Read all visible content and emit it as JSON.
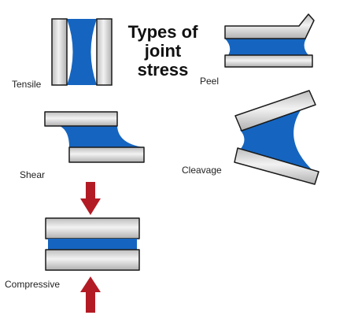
{
  "title": [
    "Types of",
    "joint",
    "stress"
  ],
  "labels": {
    "tensile": "Tensile",
    "peel": "Peel",
    "shear": "Shear",
    "cleavage": "Cleavage",
    "compressive": "Compressive"
  },
  "colors": {
    "adhesive": "#1565c0",
    "plate_fill": "#d9d9d9",
    "plate_stroke": "#1a1a1a",
    "arrow": "#b31b24"
  }
}
